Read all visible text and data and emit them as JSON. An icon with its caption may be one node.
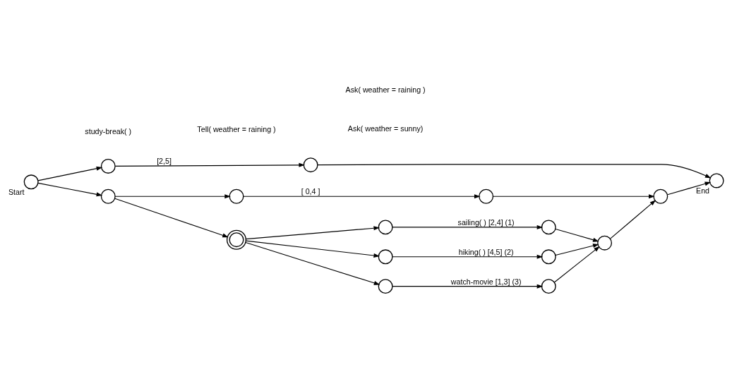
{
  "diagram": {
    "nodes": [
      {
        "text": [],
        "shape": "circle",
        "beside": [
          "Start"
        ]
      },
      {
        "text": [],
        "shape": "circle"
      },
      {
        "text": [],
        "shape": "circle"
      },
      {
        "text": [],
        "shape": "circle"
      },
      {
        "text": [],
        "shape": "circle"
      },
      {
        "text": [],
        "shape": "circle"
      },
      {
        "text": [],
        "shape": "circle"
      },
      {
        "text": [],
        "shape": "circle"
      },
      {
        "text": [],
        "shape": "circle"
      },
      {
        "text": [],
        "shape": "circle"
      },
      {
        "text": [],
        "shape": "circle"
      },
      {
        "text": [],
        "shape": "circle"
      },
      {
        "text": [],
        "shape": "circle"
      },
      {
        "text": [],
        "shape": "circle"
      },
      {
        "text": [],
        "shape": "circle",
        "beside": [
          "End"
        ]
      },
      {
        "text": [],
        "shape": "circle"
      }
    ],
    "edges": [
      {
        "from": 0,
        "to": 1,
        "arrow": "to"
      },
      {
        "from": 0,
        "to": 2,
        "arrow": "to"
      },
      {
        "from": 1,
        "to": 13,
        "arrow": "to",
        "label": "[2,5]"
      },
      {
        "from": 2,
        "to": 4,
        "arrow": "to"
      },
      {
        "from": 2,
        "to": 3,
        "arrow": "to"
      },
      {
        "from": 4,
        "to": 5,
        "arrow": "to"
      },
      {
        "from": 4,
        "to": 6,
        "arrow": "to"
      },
      {
        "from": 4,
        "to": 7,
        "arrow": "to"
      },
      {
        "from": 5,
        "to": 8,
        "arrow": "to",
        "label": "sailing( ) [2,4] (1)"
      },
      {
        "from": 6,
        "to": 9,
        "arrow": "to",
        "label": "hiking( ) [4,5] (2)"
      },
      {
        "from": 7,
        "to": 10,
        "arrow": "to",
        "label": "watch-movie [1,3] (3)"
      },
      {
        "from": 8,
        "to": 11,
        "arrow": "to"
      },
      {
        "from": 9,
        "to": 11,
        "arrow": "to"
      },
      {
        "from": 10,
        "to": 11,
        "arrow": "to"
      },
      {
        "from": 11,
        "to": 15,
        "arrow": "to"
      },
      {
        "from": 3,
        "to": 12,
        "arrow": "to",
        "label": "[ 0,4 ]"
      },
      {
        "from": 12,
        "to": 15,
        "arrow": "to"
      },
      {
        "from": 13,
        "to": 14,
        "arrow": "to"
      },
      {
        "from": 15,
        "to": 14,
        "arrow": "to"
      }
    ],
    "labels": [
      "study-break( )",
      "Ask( weather = sunny)",
      "Ask( weather = raining )",
      "Tell( weather = raining )"
    ]
  }
}
